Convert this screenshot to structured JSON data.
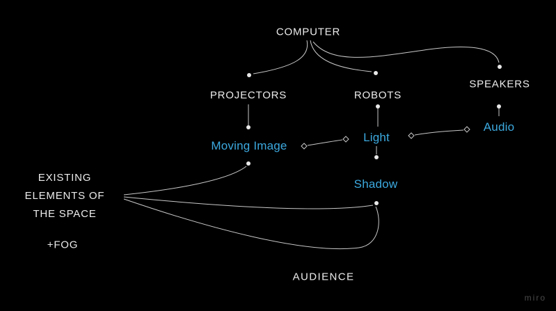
{
  "board": {
    "background": "#000000",
    "line_color": "#c9c9c9",
    "accent_blue": "#3ca9df",
    "text_white": "#ececec",
    "watermark": "miro"
  },
  "nodes": {
    "computer": {
      "label": "COMPUTER"
    },
    "projectors": {
      "label": "PROJECTORS"
    },
    "robots": {
      "label": "ROBOTS"
    },
    "speakers": {
      "label": "SPEAKERS"
    },
    "moving_image": {
      "label": "Moving Image"
    },
    "light": {
      "label": "Light"
    },
    "audio": {
      "label": "Audio"
    },
    "shadow": {
      "label": "Shadow"
    },
    "existing_elements": {
      "label": "EXISTING ELEMENTS OF THE SPACE"
    },
    "fog": {
      "label": "+FOG"
    },
    "audience": {
      "label": "AUDIENCE"
    }
  }
}
